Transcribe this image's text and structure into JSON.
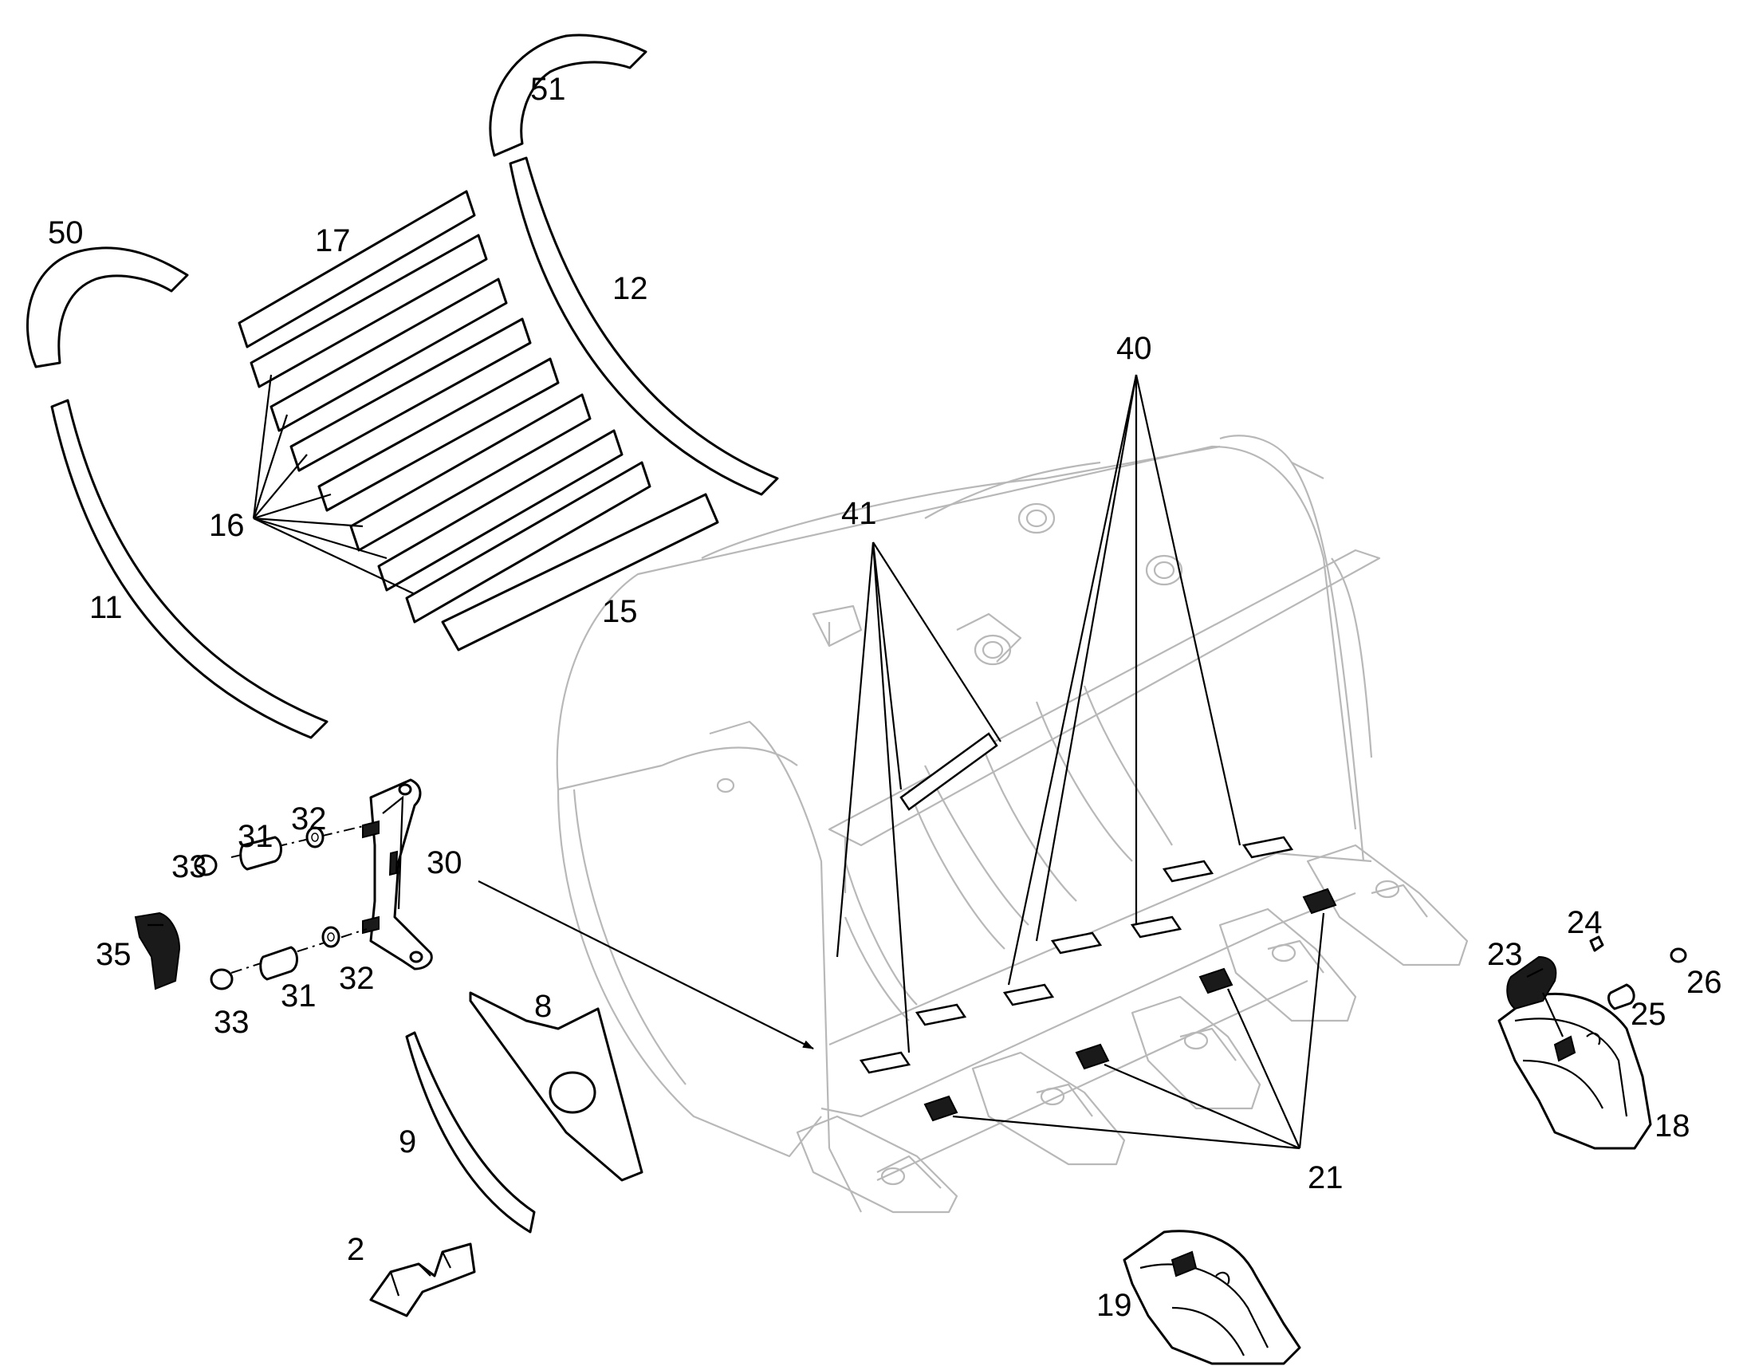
{
  "labels": {
    "p2": "2",
    "p8": "8",
    "p9": "9",
    "p11": "11",
    "p12": "12",
    "p15": "15",
    "p16": "16",
    "p17": "17",
    "p18": "18",
    "p19": "19",
    "p21": "21",
    "p23": "23",
    "p24": "24",
    "p25": "25",
    "p26": "26",
    "p30": "30",
    "p31a": "31",
    "p31b": "31",
    "p32a": "32",
    "p32b": "32",
    "p33a": "33",
    "p33b": "33",
    "p35": "35",
    "p40": "40",
    "p41": "41",
    "p50": "50",
    "p51": "51"
  }
}
